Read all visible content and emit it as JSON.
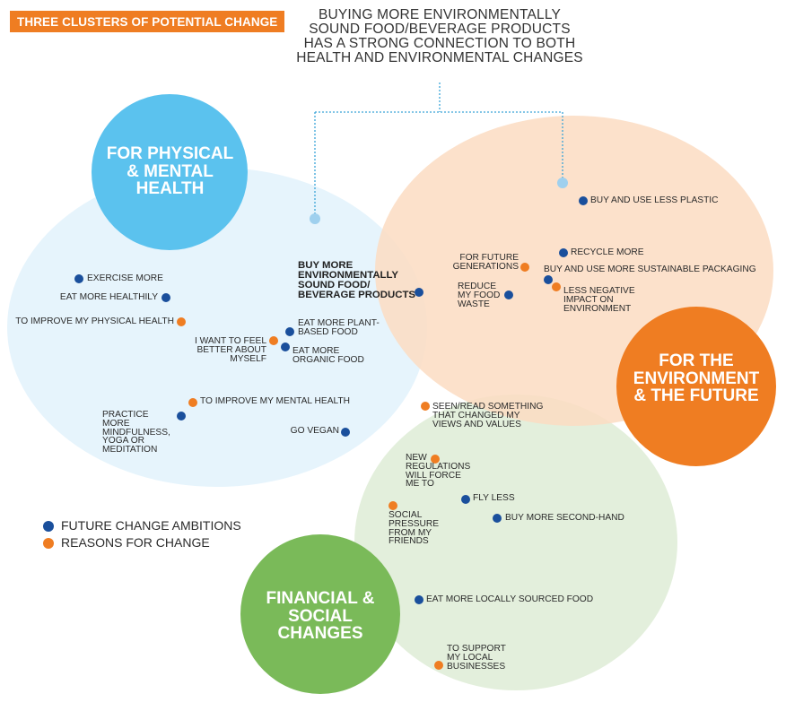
{
  "title_tag": "THREE CLUSTERS OF POTENTIAL CHANGE",
  "headline": "BUYING MORE ENVIRONMENTALLY SOUND FOOD/BEVERAGE PRODUCTS HAS A STRONG CONNECTION TO BOTH HEALTH AND ENVIRONMENTAL CHANGES",
  "colors": {
    "health": "#5bc2ee",
    "health_area": "#e6f4fc",
    "environment": "#ef7d22",
    "environment_area": "#fbdcc2",
    "financial": "#7aba59",
    "financial_area": "#e3efdc",
    "ambition_dot": "#1a4f9c",
    "reason_dot": "#ef7d22"
  },
  "clusters": {
    "health": "FOR PHYSICAL & MENTAL HEALTH",
    "environment": "FOR THE ENVIRONMENT & THE FUTURE",
    "financial": "FINANCIAL & SOCIAL CHANGES"
  },
  "items": {
    "exercise_more": "EXERCISE MORE",
    "eat_more_healthily": "EAT MORE HEALTHILY",
    "improve_physical_health": "TO IMPROVE MY PHYSICAL HEALTH",
    "feel_better": "I WANT TO FEEL BETTER ABOUT MYSELF",
    "eat_more_plant_based": "EAT MORE PLANT-BASED FOOD",
    "eat_more_organic": "EAT MORE ORGANIC FOOD",
    "improve_mental_health": "TO IMPROVE MY MENTAL HEALTH",
    "practice_mindfulness": "PRACTICE MORE MINDFULNESS, YOGA OR MEDITATION",
    "go_vegan": "GO VEGAN",
    "buy_env_sound_food": "BUY MORE ENVIRONMENTALLY SOUND FOOD/ BEVERAGE PRODUCTS",
    "buy_less_plastic": "BUY AND USE LESS PLASTIC",
    "recycle_more": "RECYCLE MORE",
    "future_generations": "FOR FUTURE GENERATIONS",
    "sustainable_packaging": "BUY AND USE MORE SUSTAINABLE PACKAGING",
    "reduce_food_waste": "REDUCE MY FOOD WASTE",
    "less_negative_impact": "LESS NEGATIVE IMPACT ON ENVIRONMENT",
    "seen_read_something": "SEEN/READ SOMETHING THAT CHANGED MY VIEWS AND VALUES",
    "new_regulations": "NEW REGULATIONS WILL FORCE ME TO",
    "fly_less": "FLY LESS",
    "buy_second_hand": "BUY MORE SECOND-HAND",
    "social_pressure": "SOCIAL PRESSURE FROM MY FRIENDS",
    "locally_sourced": "EAT MORE LOCALLY SOURCED FOOD",
    "support_local": "TO SUPPORT MY LOCAL BUSINESSES"
  },
  "legend": {
    "ambitions": "FUTURE CHANGE AMBITIONS",
    "reasons": "REASONS FOR CHANGE"
  }
}
